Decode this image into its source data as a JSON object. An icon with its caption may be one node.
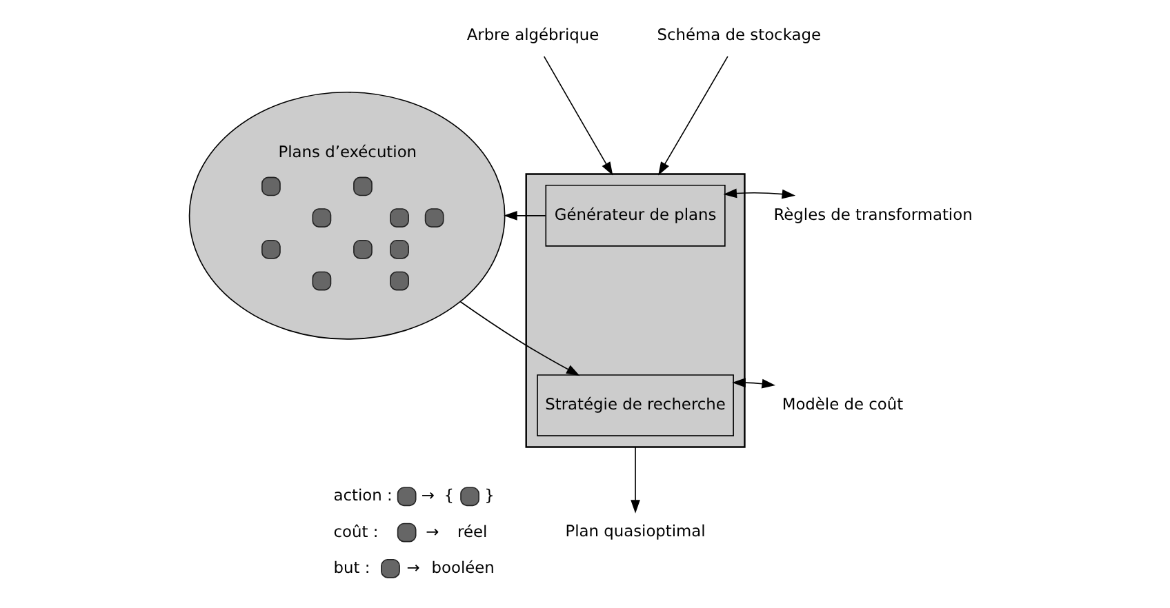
{
  "diagram": {
    "nodes": [
      {
        "text": [
          "Plans d’exécution"
        ]
      },
      {
        "text": [],
        "shape": "box"
      },
      {
        "text": [
          "Générateur de plans"
        ],
        "in": 1
      },
      {
        "text": [
          "Stratégie de recherche"
        ],
        "in": 1
      },
      {
        "text": [
          "Arbre algébrique"
        ]
      },
      {
        "text": [
          "Schéma de stockage"
        ]
      },
      {
        "text": [
          "Règles de transformation"
        ]
      },
      {
        "text": [
          "Modèle de coût"
        ]
      },
      {
        "text": [
          "Plan quasioptimal"
        ]
      }
    ],
    "edges": [
      {
        "from": 4,
        "to": 1,
        "arrow": "to"
      },
      {
        "from": 5,
        "to": 1,
        "arrow": "to"
      },
      {
        "from": 2,
        "to": 0,
        "arrow": "to"
      },
      {
        "from": 0,
        "to": 3,
        "arrow": "to"
      },
      {
        "from": 2,
        "to": 6,
        "arrow": "both"
      },
      {
        "from": 3,
        "to": 7,
        "arrow": "both"
      },
      {
        "from": 1,
        "to": 8,
        "arrow": "to"
      }
    ],
    "labels": [
      "action :",
      "→",
      "{",
      "}",
      "coût :",
      "→",
      "réel",
      "but :",
      "→",
      "booléen"
    ]
  }
}
